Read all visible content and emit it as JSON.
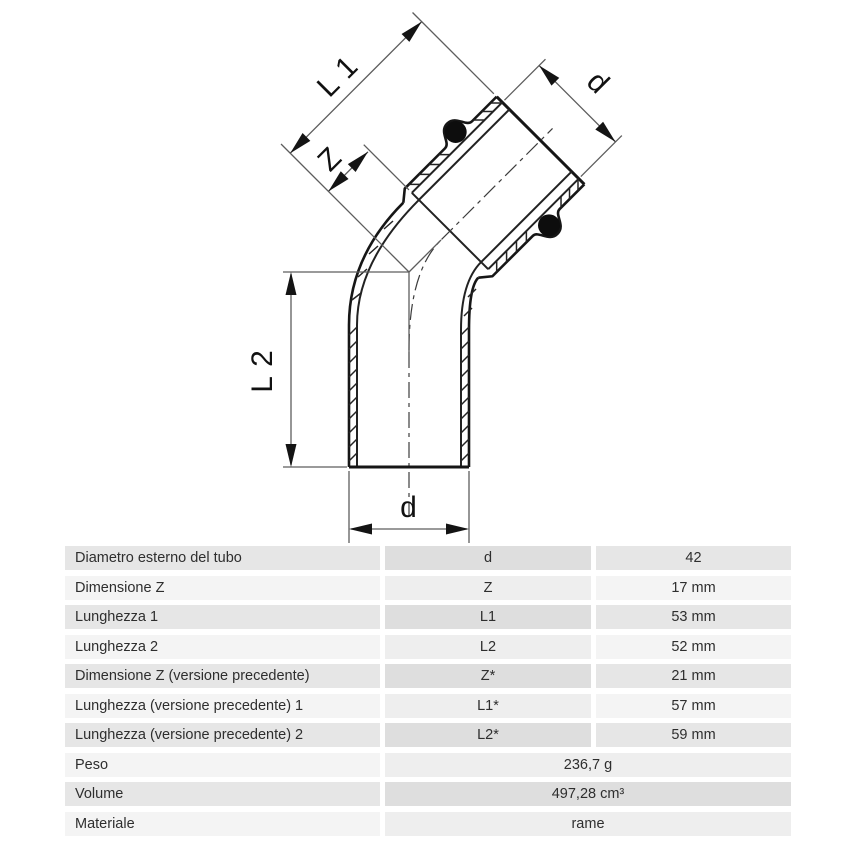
{
  "drawing": {
    "labels": {
      "l1": "L 1",
      "z": "Z",
      "d_socket": "d",
      "l2": "L 2",
      "d_bottom": "d"
    },
    "colors": {
      "line": "#161616",
      "dimension_line": "#5d5d5d",
      "o_ring": "#0d0d0d"
    }
  },
  "table": {
    "colors": {
      "row_dark": "#e6e6e6",
      "row_dark_mid": "#dedede",
      "row_light": "#f4f4f4",
      "row_light_mid": "#eeeeee",
      "text": "#2e2e2e"
    },
    "rows": [
      {
        "label": "Diametro esterno del tubo",
        "code": "d",
        "value": "42"
      },
      {
        "label": "Dimensione Z",
        "code": "Z",
        "value": "17 mm"
      },
      {
        "label": "Lunghezza 1",
        "code": "L1",
        "value": "53 mm"
      },
      {
        "label": "Lunghezza 2",
        "code": "L2",
        "value": "52 mm"
      },
      {
        "label": "Dimensione Z (versione precedente)",
        "code": "Z*",
        "value": "21 mm"
      },
      {
        "label": "Lunghezza (versione precedente) 1",
        "code": "L1*",
        "value": "57 mm"
      },
      {
        "label": "Lunghezza (versione precedente) 2",
        "code": "L2*",
        "value": "59 mm"
      },
      {
        "label": "Peso",
        "value": "236,7 g"
      },
      {
        "label": "Volume",
        "value": "497,28 cm³"
      },
      {
        "label": "Materiale",
        "value": "rame"
      }
    ]
  }
}
